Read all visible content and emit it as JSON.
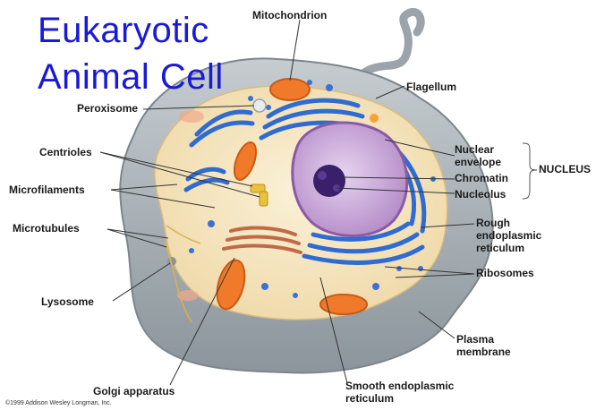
{
  "title": {
    "line1": "Eukaryotic",
    "line2": "Animal Cell"
  },
  "labels": {
    "mitochondrion": "Mitochondrion",
    "flagellum": "Flagellum",
    "peroxisome": "Peroxisome",
    "centrioles": "Centrioles",
    "microfilaments": "Microfilaments",
    "microtubules": "Microtubules",
    "lysosome": "Lysosome",
    "golgi": "Golgi apparatus",
    "nuclear_envelope_1": "Nuclear",
    "nuclear_envelope_2": "envelope",
    "chromatin": "Chromatin",
    "nucleolus": "Nucleolus",
    "nucleus_group": "NUCLEUS",
    "rough_er_1": "Rough",
    "rough_er_2": "endoplasmic",
    "rough_er_3": "reticulum",
    "ribosomes": "Ribosomes",
    "plasma_1": "Plasma",
    "plasma_2": "membrane",
    "smooth_er_1": "Smooth endoplasmic",
    "smooth_er_2": "reticulum"
  },
  "copyright": "©1999 Addison Wesley Longman, Inc.",
  "colors": {
    "title": "#1a1ad6",
    "membrane": "#9aa3a8",
    "cytoplasm": "#f6e7c6",
    "nucleus": "#c9a6d8",
    "nucleolus": "#3a1f6b",
    "er": "#2f6bd1",
    "mitochondrion": "#f07a2a"
  }
}
